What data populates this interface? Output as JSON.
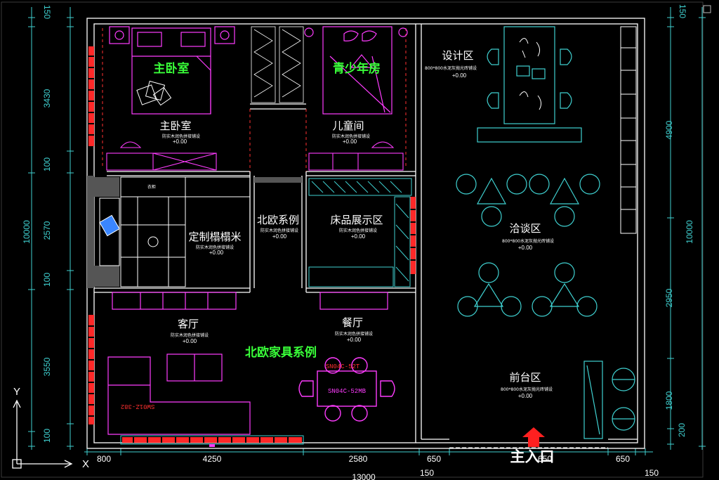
{
  "colors": {
    "background": "#000000",
    "wall": "#ffffff",
    "dimension": "#3fd0d0",
    "furniture_magenta": "#ff3cff",
    "furniture_cyan": "#3fd0d0",
    "label_green": "#39ff39",
    "entry_arrow": "#ff2020",
    "dashed_red": "#ff3030"
  },
  "rooms": {
    "master_bedroom": {
      "title": "主卧室",
      "label": "主卧室",
      "note": "防实木润色拼接铺设",
      "elev": "+0.00"
    },
    "teen_room": {
      "title": "青少年房",
      "label": "儿童间",
      "note": "防实木润色拼接铺设",
      "elev": "+0.00"
    },
    "tatami": {
      "label": "定制榻榻米",
      "note": "防实木润色拼接铺设",
      "elev": "+0.00",
      "cabinet": "衣柜"
    },
    "nordic": {
      "label": "北欧系例",
      "note": "防实木润色拼接铺设",
      "elev": "+0.00"
    },
    "bed_display": {
      "label": "床品展示区",
      "note": "防实木润色拼接铺设",
      "elev": "+0.00"
    },
    "living": {
      "label": "客厅",
      "note": "防实木润色拼接铺设",
      "elev": "+0.00",
      "model": "SW01Z-382"
    },
    "dining": {
      "label": "餐厅",
      "note": "防实木润色拼接铺设",
      "elev": "+0.00",
      "model": "SN04C-52MB",
      "model2": "SN04C-52T"
    },
    "nordic_series": {
      "title": "北欧家具系例"
    },
    "design_zone": {
      "label": "设计区",
      "note": "800*800水泥灰抛光砖铺设",
      "elev": "+0.00"
    },
    "negotiation": {
      "label": "洽谈区",
      "note": "800*800水泥灰抛光砖铺设",
      "elev": "+0.00"
    },
    "reception": {
      "label": "前台区",
      "note": "800*800水泥灰抛光砖铺设",
      "elev": "+0.00"
    }
  },
  "entrance": {
    "label": "主入口"
  },
  "dims": {
    "left": {
      "d150": "150",
      "d3430": "3430",
      "d100a": "100",
      "d10000": "10000",
      "d2570": "2570",
      "d100b": "100",
      "d3550": "3550",
      "d100c": "100"
    },
    "right": {
      "d150": "150",
      "d4900": "4900",
      "d10000": "10000",
      "d2950": "2950",
      "d1800": "1800",
      "d200": "200"
    },
    "bottom": {
      "d800": "800",
      "d4250": "4250",
      "d2580": "2580",
      "d650a": "650",
      "d650b": "650",
      "d150a": "150",
      "d150b": "150",
      "d13000": "13000",
      "d650c": "650"
    }
  },
  "axis": {
    "x": "X",
    "y": "Y"
  }
}
